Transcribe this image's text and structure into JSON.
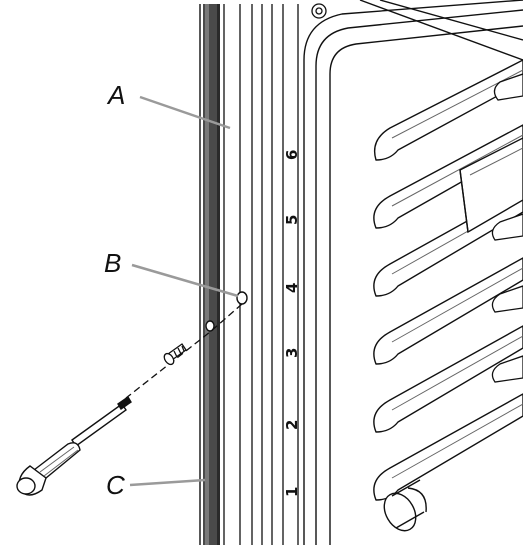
{
  "callouts": [
    {
      "letter": "A",
      "part": "oven-side-trim"
    },
    {
      "letter": "B",
      "part": "trim-screw-hole"
    },
    {
      "letter": "C",
      "part": "door-gasket-edge"
    }
  ],
  "rack_positions": [
    "1",
    "2",
    "3",
    "4",
    "5",
    "6"
  ],
  "colors": {
    "line": "#111111",
    "trim_dark": "#4a4a4a",
    "trim_light": "#9a9a9a",
    "leader": "#9a9a9a"
  },
  "icons": [
    "screw-icon",
    "screwdriver-icon"
  ]
}
